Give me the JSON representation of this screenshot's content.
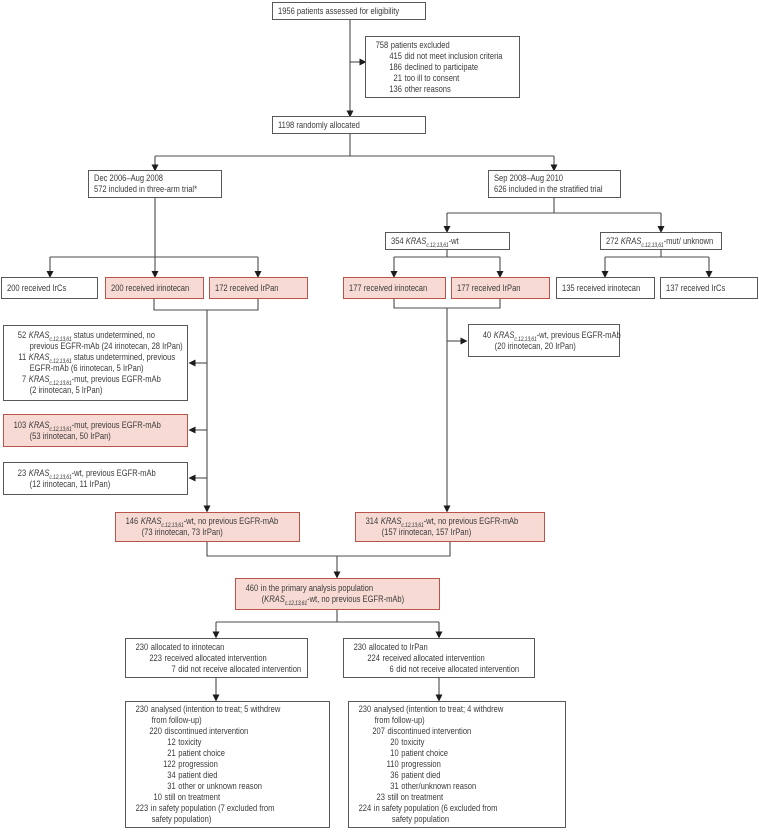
{
  "palette": {
    "background": "#ffffff",
    "box_border": "#57585a",
    "pink_fill": "#f7dad3",
    "pink_border": "#b9544a",
    "line_color": "#4c4c4c",
    "arrow_color": "#1c1c1c",
    "text_color": "#3b3b3b"
  },
  "flow": {
    "eligibility": {
      "t": "1956 patients assessed for eligibility"
    },
    "excluded": {
      "lines": [
        {
          "n": "758",
          "t": "patients excluded",
          "lvl": 0
        },
        {
          "n": "415",
          "t": "did not meet inclusion criteria",
          "lvl": 1
        },
        {
          "n": "186",
          "t": "declined to participate",
          "lvl": 1
        },
        {
          "n": "21",
          "t": "too ill to consent",
          "lvl": 1
        },
        {
          "n": "136",
          "t": "other reasons",
          "lvl": 1
        }
      ]
    },
    "randomized": {
      "t": "1198 randomly allocated"
    },
    "three_arm": {
      "l1": "Dec 2006–Aug 2008",
      "l2": "572 included in three-arm trial*"
    },
    "stratified": {
      "l1": "Sep 2008–Aug 2010",
      "l2": "626 included in the stratified trial"
    },
    "kras_wt_354": {
      "t": "354 KRAS{c.12,13,61}-wt"
    },
    "kras_mut_272": {
      "t": "272 KRAS{c.12,13,61}-mut/ unknown"
    },
    "received": [
      {
        "t": "200 received IrCs",
        "variant": "white"
      },
      {
        "t": "200 received irinotecan",
        "variant": "pink"
      },
      {
        "t": "172 received IrPan",
        "variant": "pink"
      },
      {
        "t": "177 received irinotecan",
        "variant": "pink"
      },
      {
        "t": "177 received IrPan",
        "variant": "pink"
      },
      {
        "t": "135 received irinotecan",
        "variant": "white"
      },
      {
        "t": "137 received IrCs",
        "variant": "white"
      }
    ],
    "undetermined": {
      "lines": [
        {
          "n": "52",
          "t": "KRAS{c.12,13,61} status undetermined, no",
          "lvl": 0
        },
        {
          "t": "previous EGFR-mAb (24 irinotecan, 28 IrPan)",
          "cont": 0
        },
        {
          "n": "11",
          "t": "KRAS{c.12,13,61} status undetermined, previous",
          "lvl": 0
        },
        {
          "t": "EGFR-mAb (6 irinotecan, 5 IrPan)",
          "cont": 0
        },
        {
          "n": "7",
          "t": "KRAS{c.12,13,61}-mut, previous EGFR-mAb",
          "lvl": 0
        },
        {
          "t": "(2 irinotecan, 5 IrPan)",
          "cont": 0
        }
      ]
    },
    "mut_prev_103": {
      "lines": [
        {
          "n": "103",
          "t": "KRAS{c.12,13,61}-mut, previous EGFR-mAb",
          "lvl": 0
        },
        {
          "t": "(53 irinotecan, 50 IrPan)",
          "cont": 0
        }
      ]
    },
    "wt_prev_23": {
      "lines": [
        {
          "n": "23",
          "t": "KRAS{c.12,13,61}-wt, previous EGFR-mAb",
          "lvl": 0
        },
        {
          "t": "(12 irinotecan, 11 IrPan)",
          "cont": 0
        }
      ]
    },
    "wt_prev_40": {
      "lines": [
        {
          "n": "40",
          "t": "KRAS{c.12,13,61}-wt, previous EGFR-mAb",
          "lvl": 0
        },
        {
          "t": "(20 irinotecan, 20 IrPan)",
          "cont": 0
        }
      ]
    },
    "wt_146": {
      "lines": [
        {
          "n": "146",
          "t": "KRAS{c.12,13,61}-wt, no previous EGFR-mAb",
          "lvl": 0
        },
        {
          "t": "(73 irinotecan, 73 IrPan)",
          "cont": 0
        }
      ]
    },
    "wt_314": {
      "lines": [
        {
          "n": "314",
          "t": "KRAS{c.12,13,61}-wt, no previous EGFR-mAb",
          "lvl": 0
        },
        {
          "t": "(157 irinotecan, 157 IrPan)",
          "cont": 0
        }
      ]
    },
    "primary_460": {
      "lines": [
        {
          "n": "460",
          "t": "in the primary analysis population",
          "lvl": 0
        },
        {
          "t": "(KRAS{c.12,13,61}-wt, no previous EGFR-mAb)",
          "cont": 0
        }
      ]
    },
    "alloc_irinotecan": {
      "lines": [
        {
          "n": "230",
          "t": "allocated to irinotecan",
          "lvl": 0
        },
        {
          "n": "223",
          "t": "received allocated intervention",
          "lvl": 1
        },
        {
          "n": "7",
          "t": "did not receive allocated intervention",
          "lvl": 2
        }
      ]
    },
    "alloc_irpan": {
      "lines": [
        {
          "n": "230",
          "t": "allocated to IrPan",
          "lvl": 0
        },
        {
          "n": "224",
          "t": "received allocated intervention",
          "lvl": 1
        },
        {
          "n": "6",
          "t": "did not receive allocated intervention",
          "lvl": 2
        }
      ]
    },
    "analysed_irinotecan": {
      "lines": [
        {
          "n": "230",
          "t": "analysed (intention to treat; 5 withdrew",
          "lvl": 0
        },
        {
          "t": "from follow-up)",
          "cont": 0
        },
        {
          "n": "220",
          "t": "discontinued intervention",
          "lvl": 1
        },
        {
          "n": "12",
          "t": "toxicity",
          "lvl": 2
        },
        {
          "n": "21",
          "t": "patient choice",
          "lvl": 2
        },
        {
          "n": "122",
          "t": "progression",
          "lvl": 2
        },
        {
          "n": "34",
          "t": "patient died",
          "lvl": 2
        },
        {
          "n": "31",
          "t": "other or unknown reason",
          "lvl": 2
        },
        {
          "n": "10",
          "t": "still on treatment",
          "lvl": 1
        },
        {
          "n": "223",
          "t": "in safety population (7 excluded from",
          "lvl": 0
        },
        {
          "t": "safety population)",
          "cont": 0
        }
      ]
    },
    "analysed_irpan": {
      "lines": [
        {
          "n": "230",
          "t": "analysed (intention to treat; 4 withdrew",
          "lvl": 0
        },
        {
          "t": "from follow-up)",
          "cont": 0
        },
        {
          "n": "207",
          "t": "discontinued intervention",
          "lvl": 1
        },
        {
          "n": "20",
          "t": "toxicity",
          "lvl": 2
        },
        {
          "n": "10",
          "t": "patient choice",
          "lvl": 2
        },
        {
          "n": "110",
          "t": "progression",
          "lvl": 2
        },
        {
          "n": "36",
          "t": "patient died",
          "lvl": 2
        },
        {
          "n": "31",
          "t": "other/unknown reason",
          "lvl": 2
        },
        {
          "n": "23",
          "t": "still on treatment",
          "lvl": 1
        },
        {
          "n": "224",
          "t": "in safety population (6 excluded from",
          "lvl": 0
        },
        {
          "t": "safety population",
          "cont": 1
        }
      ]
    }
  }
}
